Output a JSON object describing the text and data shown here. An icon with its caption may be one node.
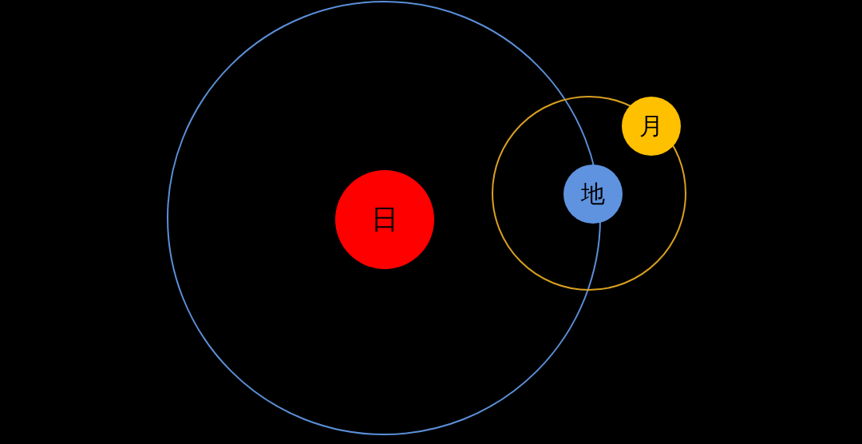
{
  "diagram": {
    "nodes": [
      {
        "text": [
          "日"
        ]
      },
      {
        "text": [
          "地"
        ]
      },
      {
        "text": [
          "月"
        ]
      }
    ]
  }
}
